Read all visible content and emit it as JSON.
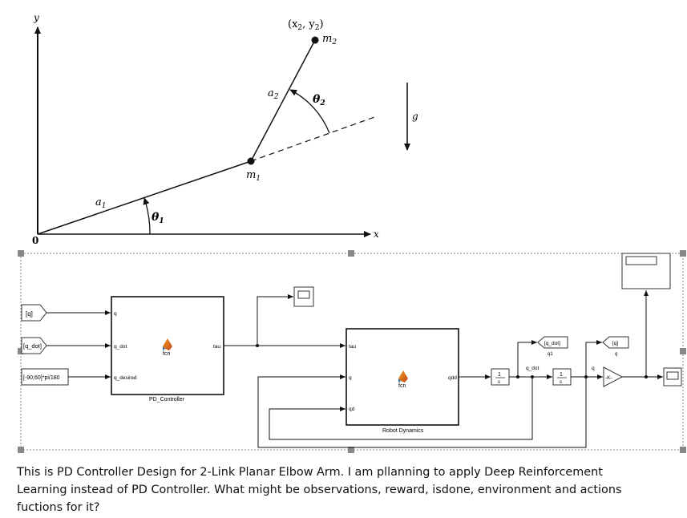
{
  "arm_diagram": {
    "y_axis": "y",
    "x_axis": "x",
    "origin": "0",
    "end_point": "(x",
    "end_sub2": "2",
    "end_comma": ", y",
    "end_sub2b": "2",
    "end_close": ")",
    "mass2": "m",
    "mass2_sub": "2",
    "mass1": "m",
    "mass1_sub": "1",
    "link1": "a",
    "link1_sub": "1",
    "link2": "a",
    "link2_sub": "2",
    "theta1": "θ",
    "theta1_sub": "1",
    "theta2": "θ",
    "theta2_sub": "2",
    "gravity": "g"
  },
  "simulink": {
    "in_q": "[q]",
    "in_qdot": "[q_dot]",
    "in_desired": "[-90;60]*pi/180",
    "pd_port_q": "q",
    "pd_port_qdot": "q_dot",
    "pd_port_desired": "q_desired",
    "pd_port_tau": "tau",
    "pd_fcn": "fcn",
    "pd_name": "PD_Controller",
    "rd_port_tau": "tau",
    "rd_port_q": "q",
    "rd_port_qd": "qd",
    "rd_port_qdd": "qdd",
    "rd_fcn": "fcn",
    "rd_name": "Robot Dynamics",
    "int1_num": "1",
    "int1_den": "s",
    "int2_num": "1",
    "int2_den": "s",
    "goto_qdot": "[q_dot]",
    "goto_qdot_sig": "q1",
    "goto_q": "[q]",
    "goto_q_sig": "q",
    "sig_qdot": "q_dot",
    "sig_q": "q",
    "gain": "-K-"
  },
  "question": "This is PD Controller Design for 2-Link Planar Elbow Arm. I am pllanning to apply Deep Reinforcement Learning instead of PD Controller. What might be observations, reward, isdone, environment and actions fuctions for it?"
}
